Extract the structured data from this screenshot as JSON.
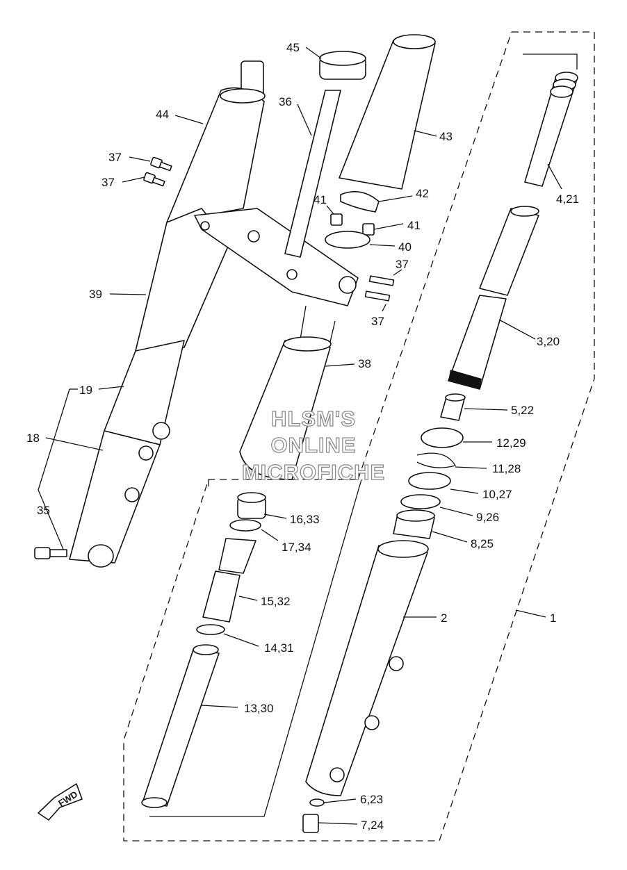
{
  "watermark": {
    "line1": "HLSM'S",
    "line2": "ONLINE",
    "line3": "MICROFICHE"
  },
  "direction_badge": {
    "label": "FWD"
  },
  "callouts": [
    {
      "id": "45",
      "text": "45"
    },
    {
      "id": "44",
      "text": "44"
    },
    {
      "id": "36",
      "text": "36"
    },
    {
      "id": "43",
      "text": "43"
    },
    {
      "id": "37a",
      "text": "37"
    },
    {
      "id": "37b",
      "text": "37"
    },
    {
      "id": "42",
      "text": "42"
    },
    {
      "id": "41a",
      "text": "41"
    },
    {
      "id": "41b",
      "text": "41"
    },
    {
      "id": "40",
      "text": "40"
    },
    {
      "id": "37c",
      "text": "37"
    },
    {
      "id": "37d",
      "text": "37"
    },
    {
      "id": "39",
      "text": "39"
    },
    {
      "id": "38",
      "text": "38"
    },
    {
      "id": "4_21",
      "text": "4,21"
    },
    {
      "id": "3_20",
      "text": "3,20"
    },
    {
      "id": "5_22",
      "text": "5,22"
    },
    {
      "id": "12_29",
      "text": "12,29"
    },
    {
      "id": "11_28",
      "text": "11,28"
    },
    {
      "id": "10_27",
      "text": "10,27"
    },
    {
      "id": "9_26",
      "text": "9,26"
    },
    {
      "id": "8_25",
      "text": "8,25"
    },
    {
      "id": "19",
      "text": "19"
    },
    {
      "id": "18",
      "text": "18"
    },
    {
      "id": "35",
      "text": "35"
    },
    {
      "id": "16_33",
      "text": "16,33"
    },
    {
      "id": "17_34",
      "text": "17,34"
    },
    {
      "id": "15_32",
      "text": "15,32"
    },
    {
      "id": "14_31",
      "text": "14,31"
    },
    {
      "id": "13_30",
      "text": "13,30"
    },
    {
      "id": "2",
      "text": "2"
    },
    {
      "id": "1",
      "text": "1"
    },
    {
      "id": "6_23",
      "text": "6,23"
    },
    {
      "id": "7_24",
      "text": "7,24"
    }
  ]
}
